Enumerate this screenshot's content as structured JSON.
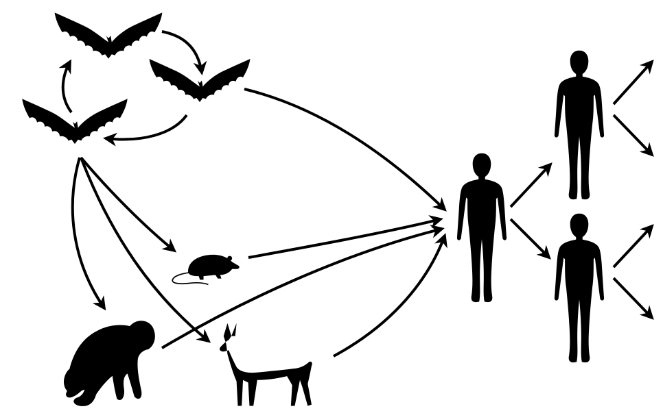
{
  "diagram": {
    "type": "zoonotic-transmission-flow",
    "colors": {
      "ink": "#000000",
      "background": "#ffffff"
    },
    "nodes": [
      {
        "id": "bat-top",
        "icon": "bat-icon"
      },
      {
        "id": "bat-middle",
        "icon": "bat-icon"
      },
      {
        "id": "bat-left",
        "icon": "bat-icon"
      },
      {
        "id": "rodent",
        "icon": "rat-icon"
      },
      {
        "id": "primate",
        "icon": "chimpanzee-icon"
      },
      {
        "id": "antelope",
        "icon": "antelope-icon"
      },
      {
        "id": "human-index",
        "icon": "human-icon"
      },
      {
        "id": "human-secondary-upper",
        "icon": "human-icon"
      },
      {
        "id": "human-secondary-lower",
        "icon": "human-icon"
      }
    ],
    "edges": [
      {
        "from": "bat-top",
        "to": "bat-middle"
      },
      {
        "from": "bat-middle",
        "to": "bat-left"
      },
      {
        "from": "bat-left",
        "to": "bat-top"
      },
      {
        "from": "bat-middle",
        "to": "human-index"
      },
      {
        "from": "bat-left",
        "to": "rodent"
      },
      {
        "from": "bat-left",
        "to": "primate"
      },
      {
        "from": "bat-left",
        "to": "antelope"
      },
      {
        "from": "rodent",
        "to": "human-index"
      },
      {
        "from": "primate",
        "to": "human-index"
      },
      {
        "from": "antelope",
        "to": "human-index"
      },
      {
        "from": "human-index",
        "to": "human-secondary-upper"
      },
      {
        "from": "human-index",
        "to": "human-secondary-lower"
      },
      {
        "from": "human-secondary-upper",
        "to": "onward-spread"
      },
      {
        "from": "human-secondary-lower",
        "to": "onward-spread"
      }
    ]
  }
}
